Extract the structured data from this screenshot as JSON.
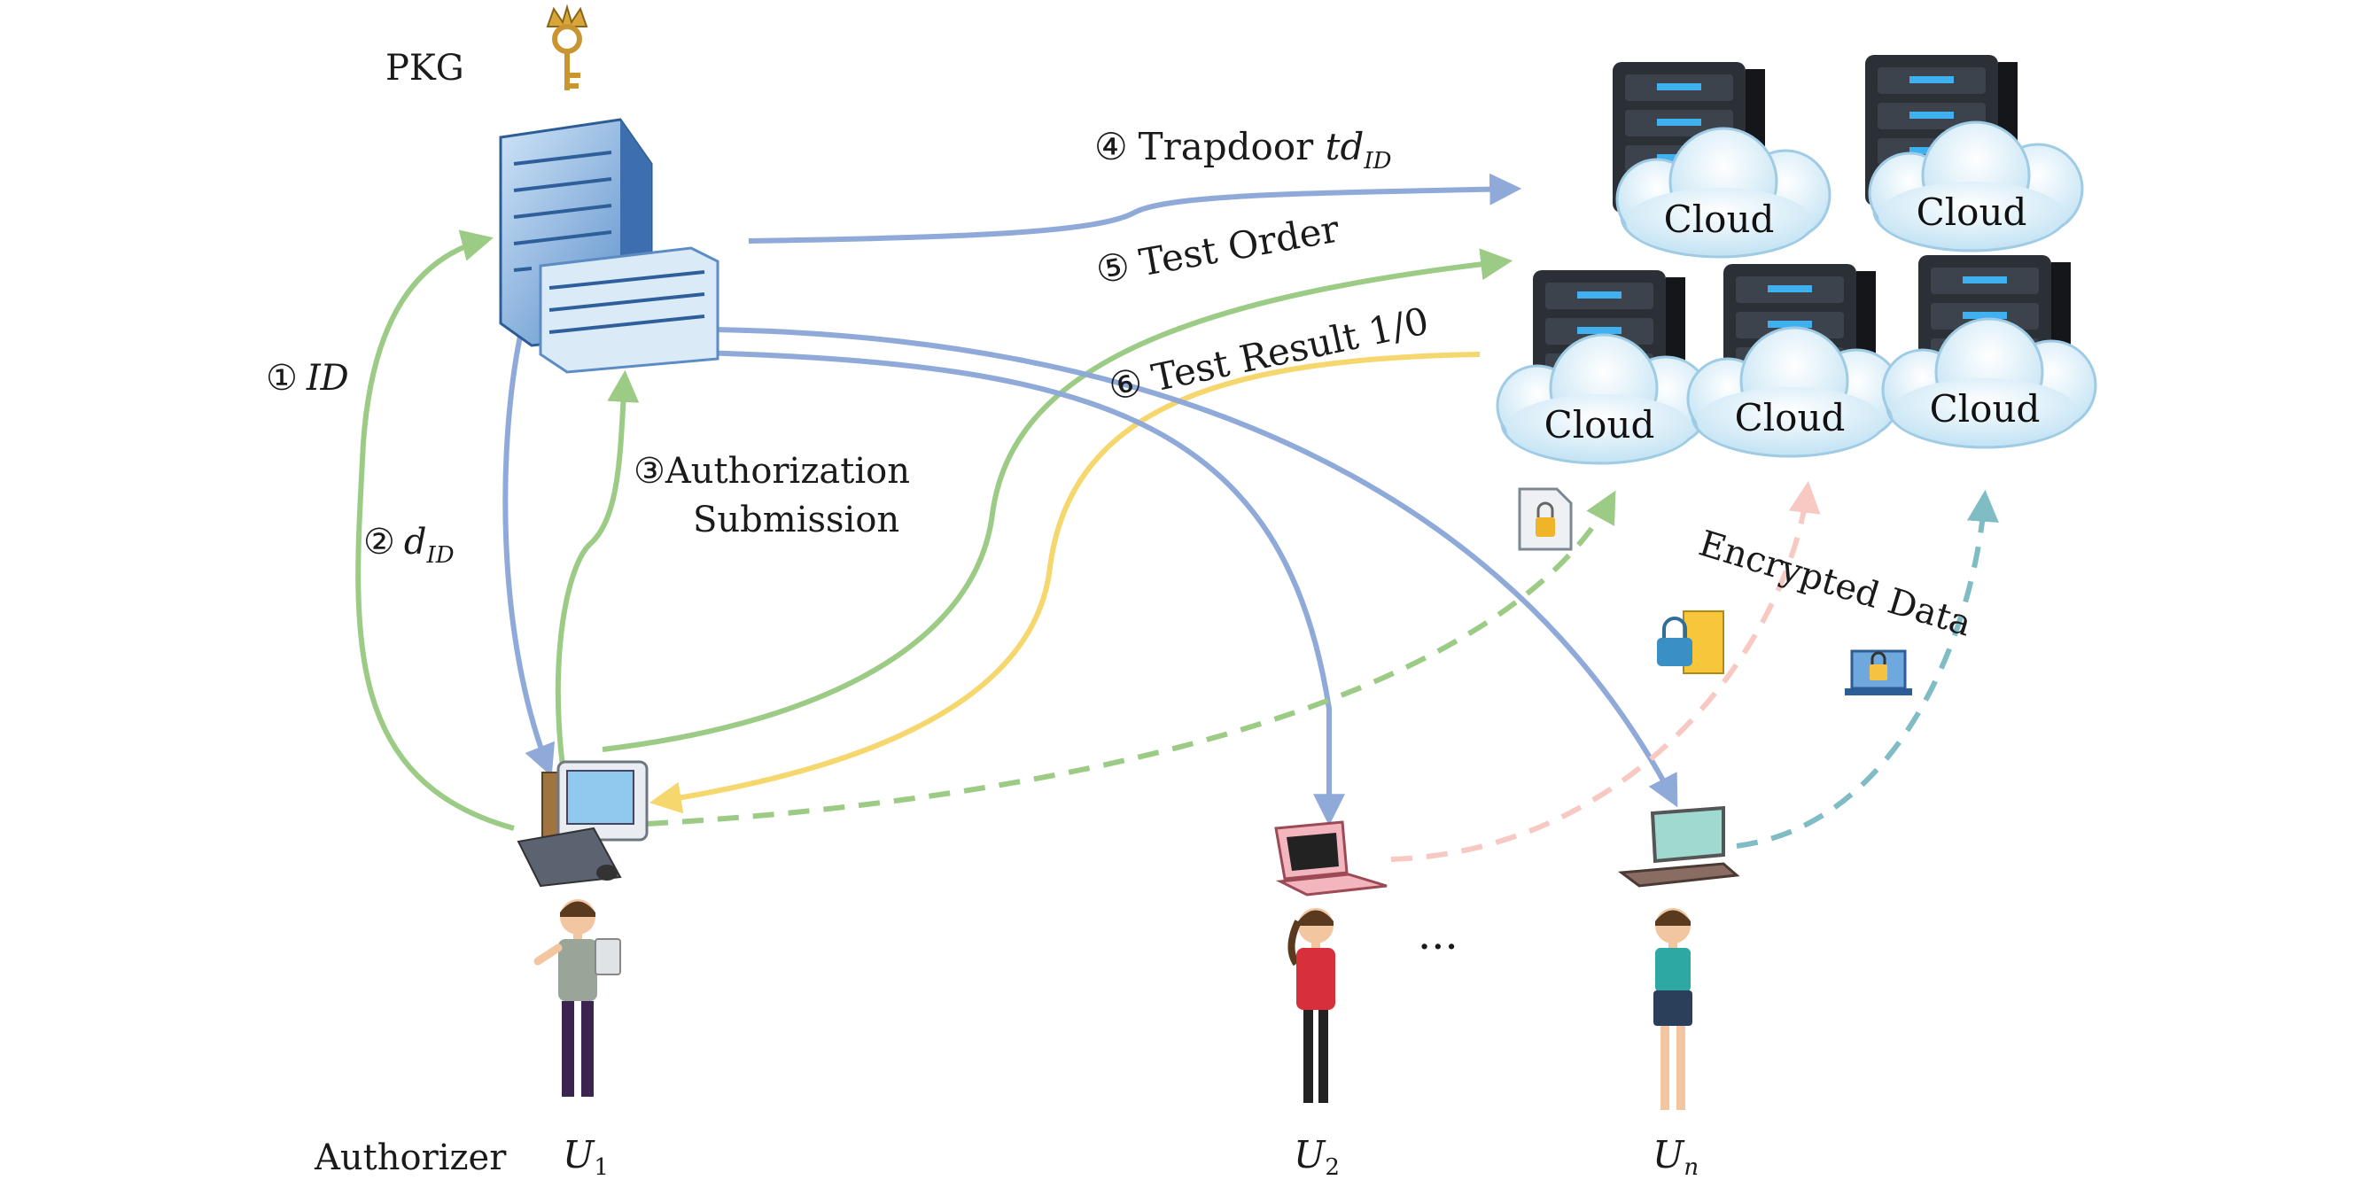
{
  "labels": {
    "pkg": "PKG",
    "step1_num": "①",
    "step1_text": "ID",
    "step2_num": "②",
    "step2_text": "d",
    "step2_sub": "ID",
    "step3_num": "③",
    "step3_line1": "Authorization",
    "step3_line2": "Submission",
    "step4_num": "④",
    "step4_text": "Trapdoor ",
    "step4_td": "td",
    "step4_sub": "ID",
    "step5_num": "⑤",
    "step5_text": "Test Order",
    "step6_num": "⑥",
    "step6_text": "Test Result 1/0",
    "encrypted": "Encrypted Data",
    "ellipsis": "···",
    "authorizer": "Authorizer",
    "u1": "U",
    "u1_sub": "1",
    "u2": "U",
    "u2_sub": "2",
    "un": "U",
    "un_sub": "n"
  },
  "clouds": [
    "Cloud",
    "Cloud",
    "Cloud",
    "Cloud",
    "Cloud"
  ],
  "colors": {
    "blue_arrow": "#8fa9d9",
    "green_arrow": "#9ccb86",
    "yellow_arrow": "#f5d76e",
    "pink_arrow": "#f7c9c2",
    "teal_arrow": "#7fbcc4"
  }
}
